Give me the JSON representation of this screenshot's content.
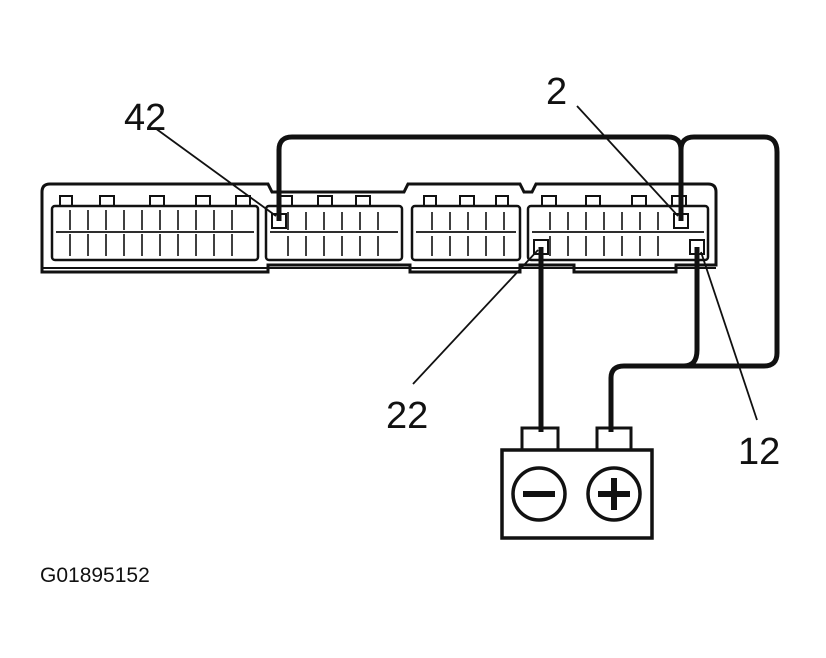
{
  "diagram": {
    "pin_labels": {
      "pin_42": "42",
      "pin_2": "2",
      "pin_22": "22",
      "pin_12": "12"
    },
    "battery": {
      "negative_symbol": "−",
      "positive_symbol": "+"
    },
    "figure_id": "G01895152",
    "colors": {
      "line": "#111111",
      "background": "#ffffff"
    }
  }
}
